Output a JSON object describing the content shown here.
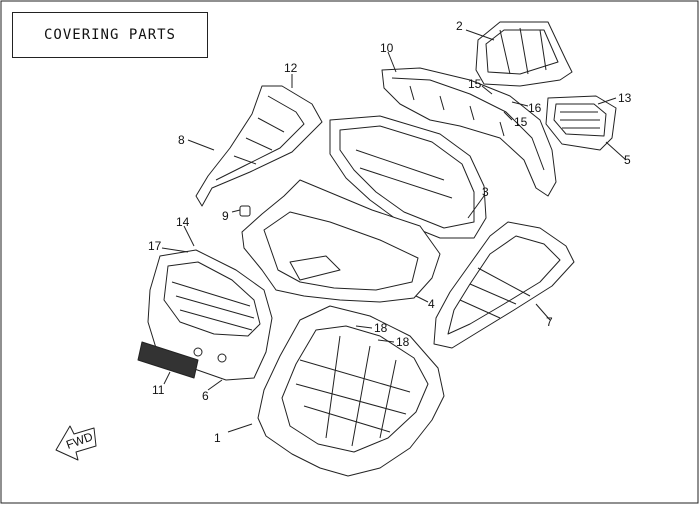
{
  "title": "COVERING PARTS",
  "fwd_label": "FWD",
  "callouts": [
    {
      "id": "1",
      "label": "1"
    },
    {
      "id": "2",
      "label": "2"
    },
    {
      "id": "3",
      "label": "3"
    },
    {
      "id": "4",
      "label": "4"
    },
    {
      "id": "5",
      "label": "5"
    },
    {
      "id": "6",
      "label": "6"
    },
    {
      "id": "7",
      "label": "7"
    },
    {
      "id": "8",
      "label": "8"
    },
    {
      "id": "9",
      "label": "9"
    },
    {
      "id": "10",
      "label": "10"
    },
    {
      "id": "11",
      "label": "11"
    },
    {
      "id": "12",
      "label": "12"
    },
    {
      "id": "13",
      "label": "13"
    },
    {
      "id": "14",
      "label": "14"
    },
    {
      "id": "15a",
      "label": "15"
    },
    {
      "id": "15b",
      "label": "15"
    },
    {
      "id": "16",
      "label": "16"
    },
    {
      "id": "17",
      "label": "17"
    },
    {
      "id": "18a",
      "label": "18"
    },
    {
      "id": "18b",
      "label": "18"
    }
  ]
}
